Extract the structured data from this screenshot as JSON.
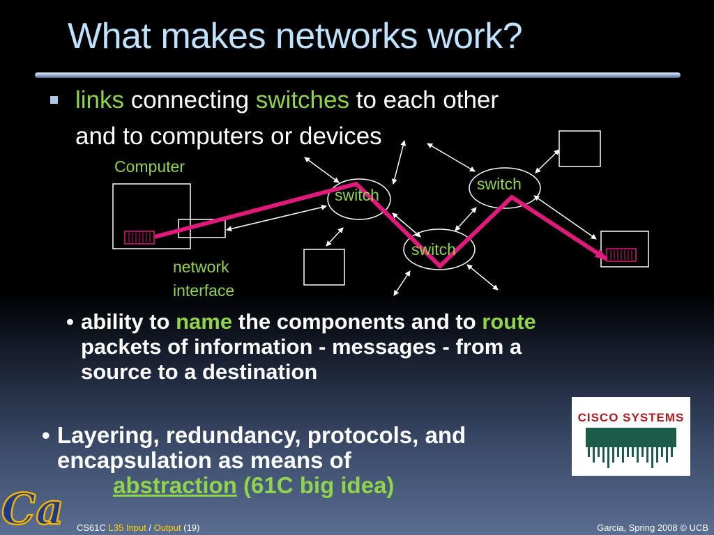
{
  "slide": {
    "title": "What makes networks work?",
    "bullet1": {
      "w1": "links",
      "w2": " connecting ",
      "w3": "switches",
      "w4": " to each other",
      "line2": "and to computers or devices"
    },
    "diagram": {
      "computer_label": "Computer",
      "interface_label_1": "network",
      "interface_label_2": "interface",
      "switch_labels": [
        "switch",
        "switch",
        "switch"
      ]
    },
    "bullet2": {
      "a": "ability to ",
      "name": "name",
      "b": " the components and to ",
      "route": "route",
      "line2": "packets of information - messages - from a",
      "line3": "source to a destination"
    },
    "bullet3": {
      "line1": "Layering, redundancy, protocols, and",
      "line2": "encapsulation as means of",
      "abstraction": "abstraction",
      "rest": " (61C big idea)"
    },
    "logos": {
      "cisco": "Cisco Systems",
      "cal": "Cal"
    },
    "footer": {
      "course": "CS61C ",
      "lecture": "L35 Input",
      "sep": " / ",
      "topic": "Output",
      "page": " (19)",
      "right": "Garcia, Spring 2008 © UCB"
    },
    "colors": {
      "title": "#bfe3ff",
      "highlight_green": "#8fd44a",
      "route_line": "#e01a7a",
      "footer_yellow": "#ffd400"
    }
  }
}
